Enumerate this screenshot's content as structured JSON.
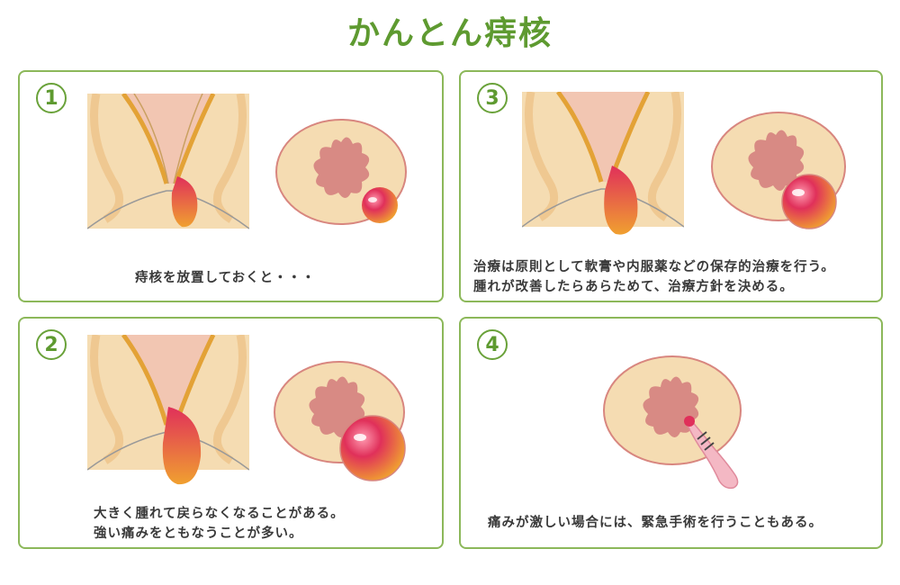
{
  "title": "かんとん痔核",
  "colors": {
    "title": "#5e9a30",
    "border": "#8cb85a",
    "skin": "#f5dcb2",
    "fold": "#efc891",
    "rectum": "#f2c6b2",
    "wall": "#e3a236",
    "mucosa": "#d88a84",
    "hemorrhoid_top": "#e0305a",
    "hemorrhoid_bottom": "#f0a030"
  },
  "panels": [
    {
      "number": "1",
      "stage": "small",
      "caption_lines": [
        "痔核を放置しておくと・・・"
      ]
    },
    {
      "number": "3",
      "stage": "medium",
      "caption_lines": [
        "治療は原則として軟膏や内服薬などの保存的治療を行う。",
        "腫れが改善したらあらためて、治療方針を決める。"
      ]
    },
    {
      "number": "2",
      "stage": "large",
      "caption_lines": [
        "大きく腫れて戻らなくなることがある。",
        "強い痛みをともなうことが多い。"
      ]
    },
    {
      "number": "4",
      "stage": "surgery",
      "caption_lines": [
        "痛みが激しい場合には、緊急手術を行うこともある。"
      ]
    }
  ]
}
